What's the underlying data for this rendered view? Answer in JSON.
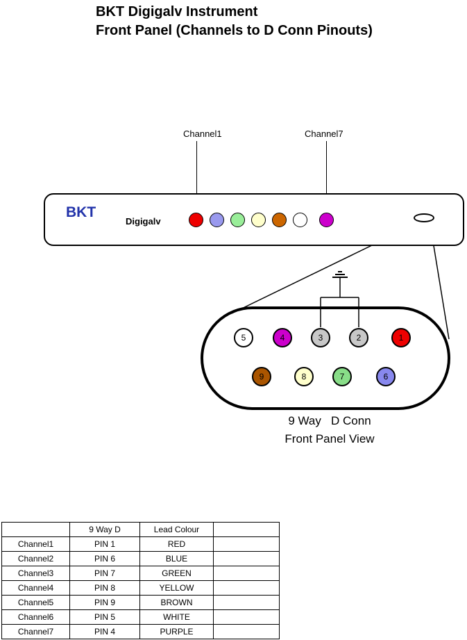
{
  "title": {
    "line1": "BKT Digigalv Instrument",
    "line2": "Front Panel (Channels to D Conn Pinouts)"
  },
  "callouts": {
    "left_label": "Channel1",
    "right_label": "Channel7"
  },
  "panel": {
    "brand": "BKT",
    "brand_color": "#2233aa",
    "model": "Digigalv",
    "leds": [
      {
        "name": "channel1-red",
        "color": "#ee0000"
      },
      {
        "name": "channel2-blue",
        "color": "#9999ee"
      },
      {
        "name": "channel3-green",
        "color": "#99ee99"
      },
      {
        "name": "channel4-yellow",
        "color": "#ffffcc"
      },
      {
        "name": "channel5-brown",
        "color": "#cc6600"
      },
      {
        "name": "channel6-white",
        "color": "#ffffff"
      },
      {
        "name": "channel7-purple",
        "color": "#cc00cc"
      }
    ]
  },
  "connector": {
    "caption_line1": "9 Way   D Conn",
    "caption_line2": "Front Panel View",
    "pins": [
      {
        "number": "5",
        "color": "#ffffff"
      },
      {
        "number": "4",
        "color": "#cc00cc"
      },
      {
        "number": "3",
        "color": "#c8c8c8"
      },
      {
        "number": "2",
        "color": "#c8c8c8"
      },
      {
        "number": "1",
        "color": "#ee0000"
      },
      {
        "number": "9",
        "color": "#aa5500"
      },
      {
        "number": "8",
        "color": "#ffffcc"
      },
      {
        "number": "7",
        "color": "#88dd88"
      },
      {
        "number": "6",
        "color": "#8888ee"
      }
    ]
  },
  "table": {
    "headers": [
      "",
      "9 Way D",
      "Lead Colour",
      ""
    ],
    "rows": [
      [
        "Channel1",
        "PIN 1",
        "RED",
        ""
      ],
      [
        "Channel2",
        "PIN 6",
        "BLUE",
        ""
      ],
      [
        "Channel3",
        "PIN 7",
        "GREEN",
        ""
      ],
      [
        "Channel4",
        "PIN 8",
        "YELLOW",
        ""
      ],
      [
        "Channel5",
        "PIN 9",
        "BROWN",
        ""
      ],
      [
        "Channel6",
        "PIN 5",
        "WHITE",
        ""
      ],
      [
        "Channel7",
        "PIN 4",
        "PURPLE",
        ""
      ]
    ]
  }
}
